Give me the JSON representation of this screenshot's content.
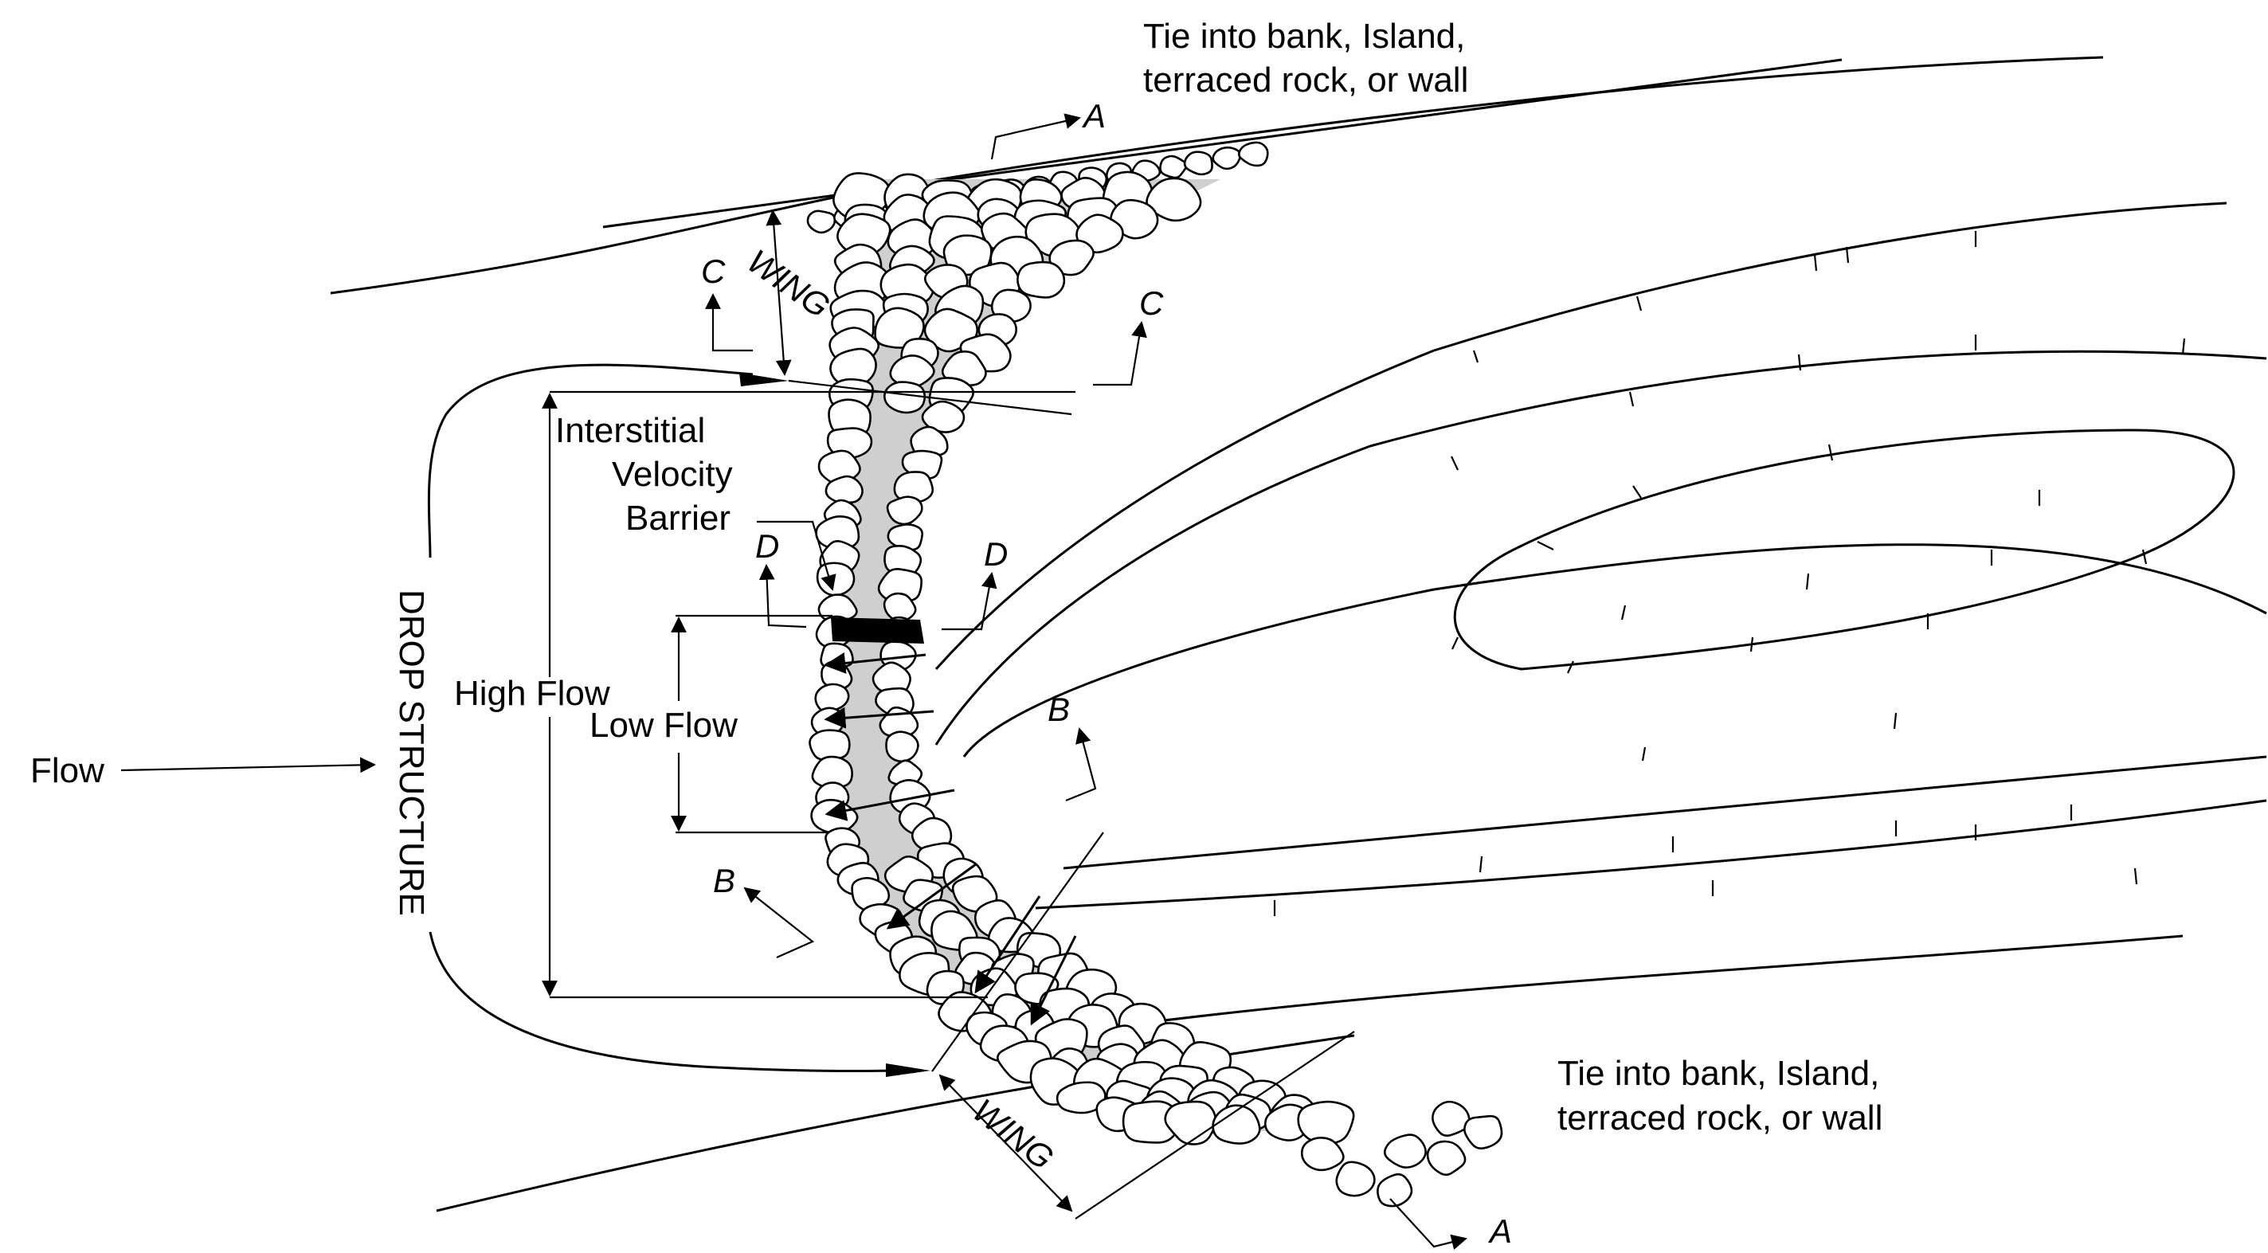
{
  "labels": {
    "tie_top_1": "Tie into bank, Island,",
    "tie_top_2": "terraced rock, or wall",
    "tie_bottom_1": "Tie into bank, Island,",
    "tie_bottom_2": "terraced rock, or wall",
    "interstitial_1": "Interstitial",
    "interstitial_2": "Velocity",
    "interstitial_3": "Barrier",
    "drop_structure": "DROP STRUCTURE",
    "high_flow": "High Flow",
    "low_flow": "Low Flow",
    "flow": "Flow",
    "wing_top": "WING",
    "wing_bottom": "WING"
  },
  "sections": {
    "a_top": "A",
    "a_bottom": "A",
    "b_left": "B",
    "b_right": "B",
    "c_left": "C",
    "c_right": "C",
    "d_left": "D",
    "d_right": "D"
  }
}
